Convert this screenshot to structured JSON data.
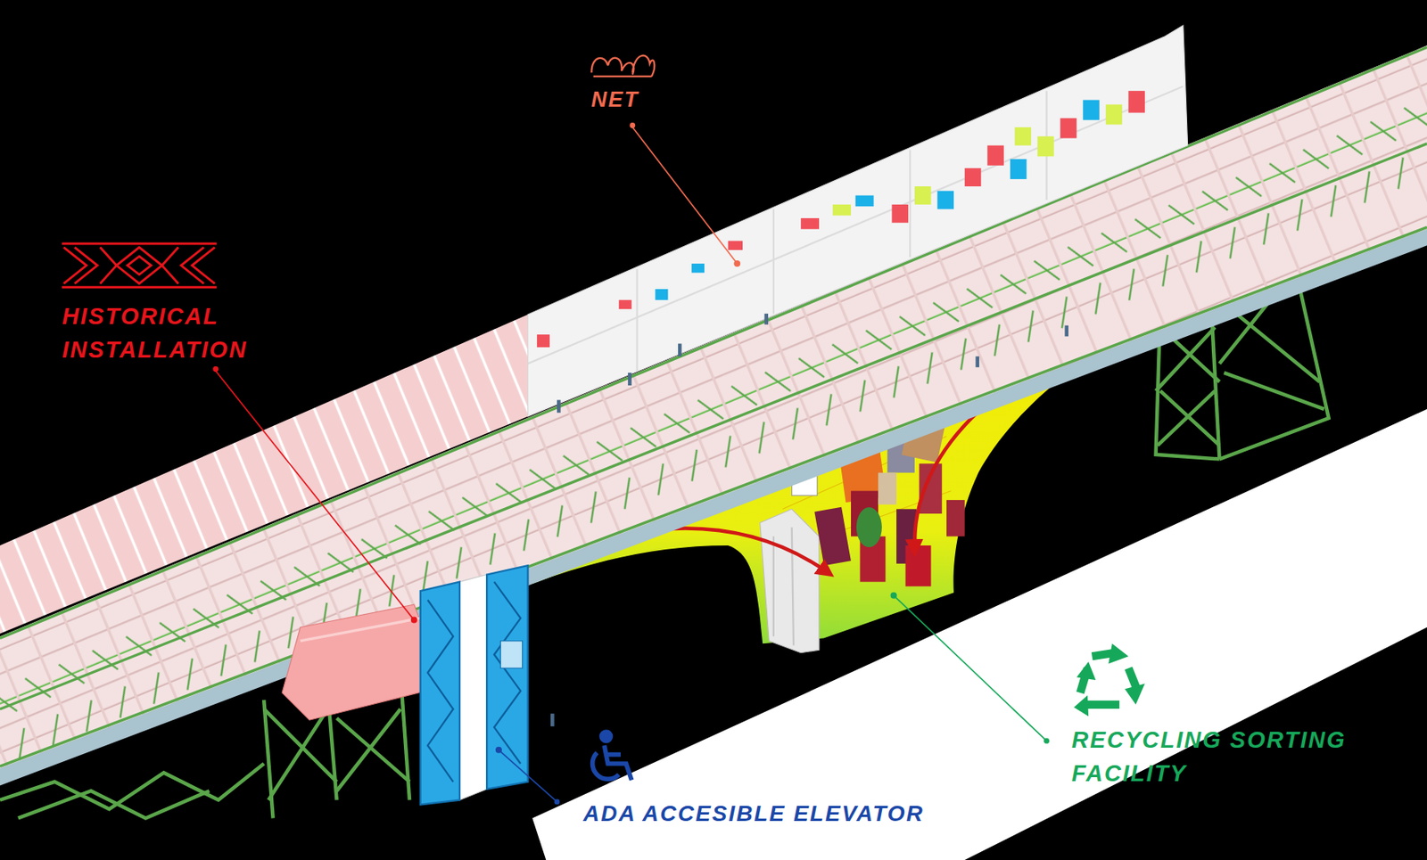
{
  "diagram": {
    "labels": [
      "NET",
      "HISTORICAL INSTALLATION",
      "RECYCLING SORTING FACILITY",
      "ADA ACCESIBLE ELEVATOR"
    ]
  }
}
